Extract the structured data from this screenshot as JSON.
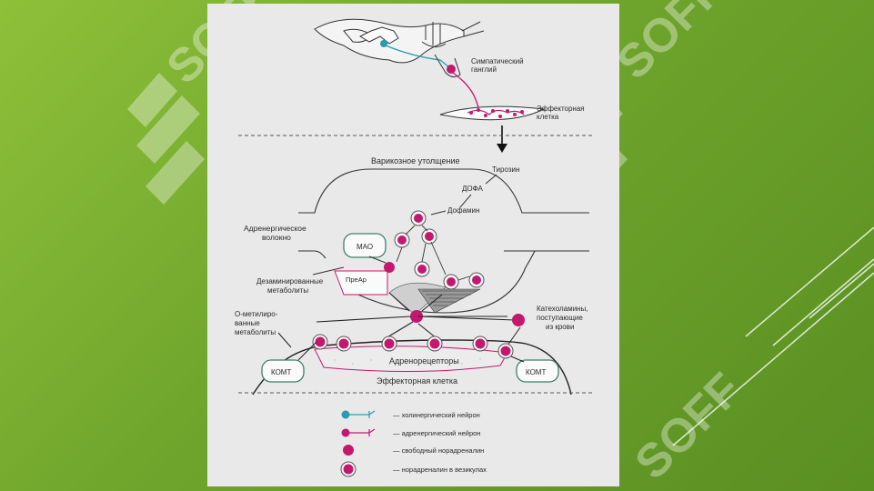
{
  "watermark": "SOFF",
  "diagram": {
    "top_labels": {
      "ganglion": [
        "Симпатический",
        "ганглий"
      ],
      "effector_cell": [
        "Эффекторная",
        "клетка"
      ]
    },
    "varicosity_title": "Варикозное утолщение",
    "tyrosine": "Тирозин",
    "dopa": "ДОФА",
    "dopamine": "Дофамин",
    "adrenergic_fiber": [
      "Адренергическое",
      "волокно"
    ],
    "mao": "МАО",
    "prear": "ПреАр",
    "deaminated": [
      "Дезаминированные",
      "метаболиты"
    ],
    "o_methylated": [
      "О-метилиро-",
      "ванные",
      "метаболиты"
    ],
    "catecholamines": [
      "Катехоламины,",
      "поступающие",
      "из крови"
    ],
    "adrenoreceptors": "Адренорецепторы",
    "comt_left": "КОМТ",
    "comt_right": "КОМТ",
    "effector_cell_bottom": "Эффекторная клетка",
    "legend": [
      {
        "text": "— холинергический нейрон"
      },
      {
        "text": "— адренергический нейрон"
      },
      {
        "text": "— свободный норадреналин"
      },
      {
        "text": "— норадреналин в везикулах"
      }
    ],
    "colors": {
      "magenta": "#c4186f",
      "teal": "#2a9bb0",
      "mao_box": "#3f7f6a",
      "line": "#222222"
    }
  }
}
